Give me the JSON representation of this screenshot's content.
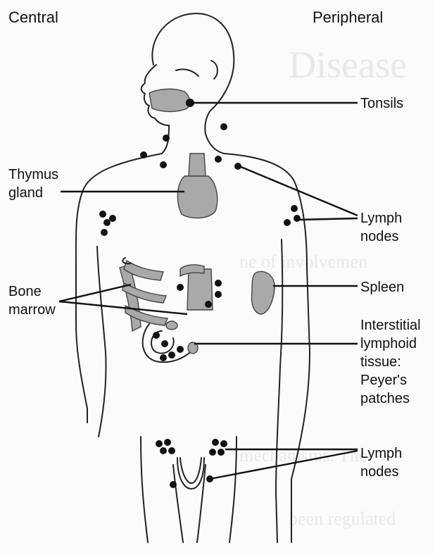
{
  "headers": {
    "central": "Central",
    "peripheral": "Peripheral"
  },
  "labels": {
    "tonsils": "Tonsils",
    "thymus_line1": "Thymus",
    "thymus_line2": "gland",
    "lymph_upper_line1": "Lymph",
    "lymph_upper_line2": "nodes",
    "bone_line1": "Bone",
    "bone_line2": "marrow",
    "spleen": "Spleen",
    "interstitial_line1": "Interstitial",
    "interstitial_line2": "lymphoid",
    "interstitial_line3": "tissue:",
    "interstitial_line4": "Peyer's",
    "interstitial_line5": "patches",
    "lymph_lower_line1": "Lymph",
    "lymph_lower_line2": "nodes"
  },
  "colors": {
    "ink": "#111111",
    "organ_fill": "#a9a9a9",
    "background": "#fbfbfa"
  }
}
